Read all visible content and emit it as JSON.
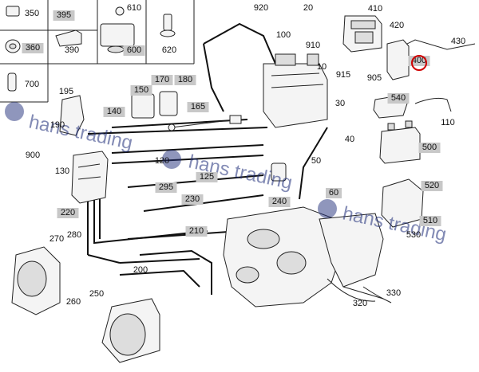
{
  "watermark": {
    "text": "hans trading"
  },
  "highlight": {
    "color": "#d00000",
    "part": "400"
  },
  "callouts": [
    {
      "id": "350"
    },
    {
      "id": "395"
    },
    {
      "id": "390"
    },
    {
      "id": "610"
    },
    {
      "id": "600"
    },
    {
      "id": "620"
    },
    {
      "id": "360"
    },
    {
      "id": "700"
    },
    {
      "id": "920"
    },
    {
      "id": "20"
    },
    {
      "id": "100"
    },
    {
      "id": "410"
    },
    {
      "id": "420"
    },
    {
      "id": "430"
    },
    {
      "id": "910"
    },
    {
      "id": "10"
    },
    {
      "id": "915"
    },
    {
      "id": "905"
    },
    {
      "id": "400"
    },
    {
      "id": "195"
    },
    {
      "id": "150"
    },
    {
      "id": "170"
    },
    {
      "id": "180"
    },
    {
      "id": "165"
    },
    {
      "id": "140"
    },
    {
      "id": "190"
    },
    {
      "id": "30"
    },
    {
      "id": "540"
    },
    {
      "id": "110"
    },
    {
      "id": "40"
    },
    {
      "id": "500"
    },
    {
      "id": "900"
    },
    {
      "id": "130"
    },
    {
      "id": "120"
    },
    {
      "id": "50"
    },
    {
      "id": "125"
    },
    {
      "id": "295"
    },
    {
      "id": "230"
    },
    {
      "id": "60"
    },
    {
      "id": "240"
    },
    {
      "id": "520"
    },
    {
      "id": "220"
    },
    {
      "id": "510"
    },
    {
      "id": "270"
    },
    {
      "id": "280"
    },
    {
      "id": "210"
    },
    {
      "id": "530"
    },
    {
      "id": "200"
    },
    {
      "id": "330"
    },
    {
      "id": "260"
    },
    {
      "id": "250"
    },
    {
      "id": "320"
    }
  ]
}
